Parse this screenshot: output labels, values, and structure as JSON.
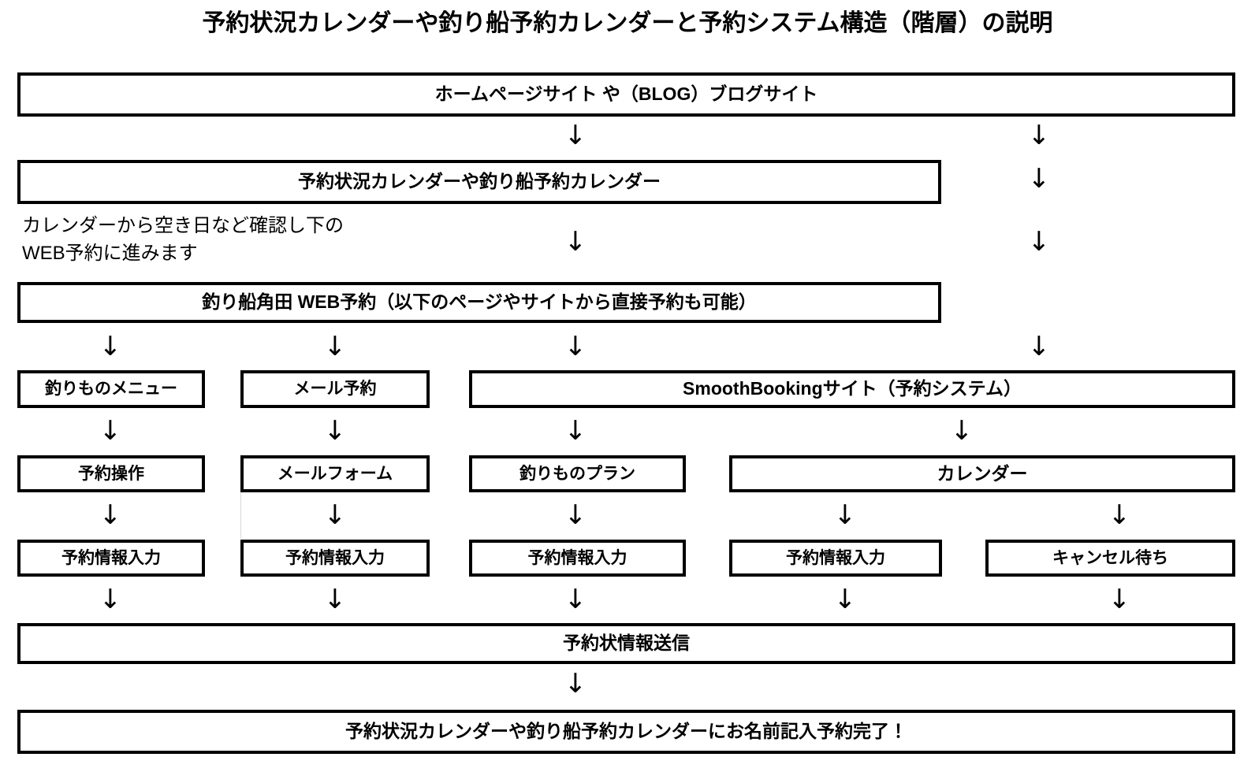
{
  "title": "予約状況カレンダーや釣り船予約カレンダーと予約システム構造（階層）の説明",
  "annotation": {
    "line1": "カレンダーから空き日など確認し下の",
    "line2": "WEB予約に進みます"
  },
  "arrow_glyph": "↓",
  "colors": {
    "stroke": "#000000",
    "background": "#ffffff",
    "text": "#000000"
  },
  "nodes": {
    "site": "ホームページサイト や（BLOG）ブログサイト",
    "calendar": "予約状況カレンダーや釣り船予約カレンダー",
    "web_reservation": "釣り船角田 WEB予約（以下のページやサイトから直接予約も可能）",
    "menu": "釣りものメニュー",
    "mail_reservation": "メール予約",
    "smoothbooking": "SmoothBookingサイト（予約システム）",
    "reserve_operation": "予約操作",
    "mail_form": "メールフォーム",
    "fishing_plan": "釣りものプラン",
    "calendar_sub": "カレンダー",
    "info_input_1": "予約情報入力",
    "info_input_2": "予約情報入力",
    "info_input_3": "予約情報入力",
    "info_input_4": "予約情報入力",
    "cancel_wait": "キャンセル待ち",
    "send_info": "予約状情報送信",
    "complete": "予約状況カレンダーや釣り船予約カレンダーにお名前記入予約完了！"
  }
}
